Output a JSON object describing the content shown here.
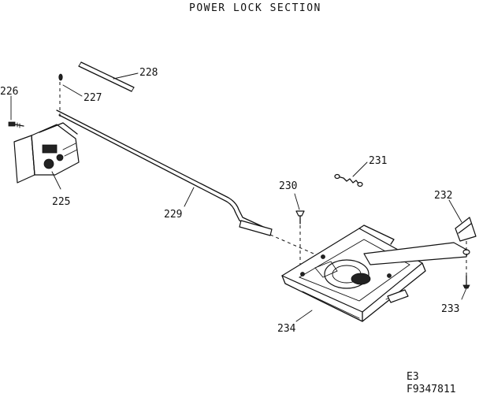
{
  "title": "POWER LOCK SECTION",
  "parts": [
    {
      "id": "p225",
      "number": "225"
    },
    {
      "id": "p226",
      "number": "226"
    },
    {
      "id": "p227",
      "number": "227"
    },
    {
      "id": "p228",
      "number": "228"
    },
    {
      "id": "p229",
      "number": "229"
    },
    {
      "id": "p230",
      "number": "230"
    },
    {
      "id": "p231",
      "number": "231"
    },
    {
      "id": "p232",
      "number": "232"
    },
    {
      "id": "p233",
      "number": "233"
    },
    {
      "id": "p234",
      "number": "234"
    }
  ],
  "footer": {
    "line1": "E3",
    "line2": "F9347811"
  }
}
